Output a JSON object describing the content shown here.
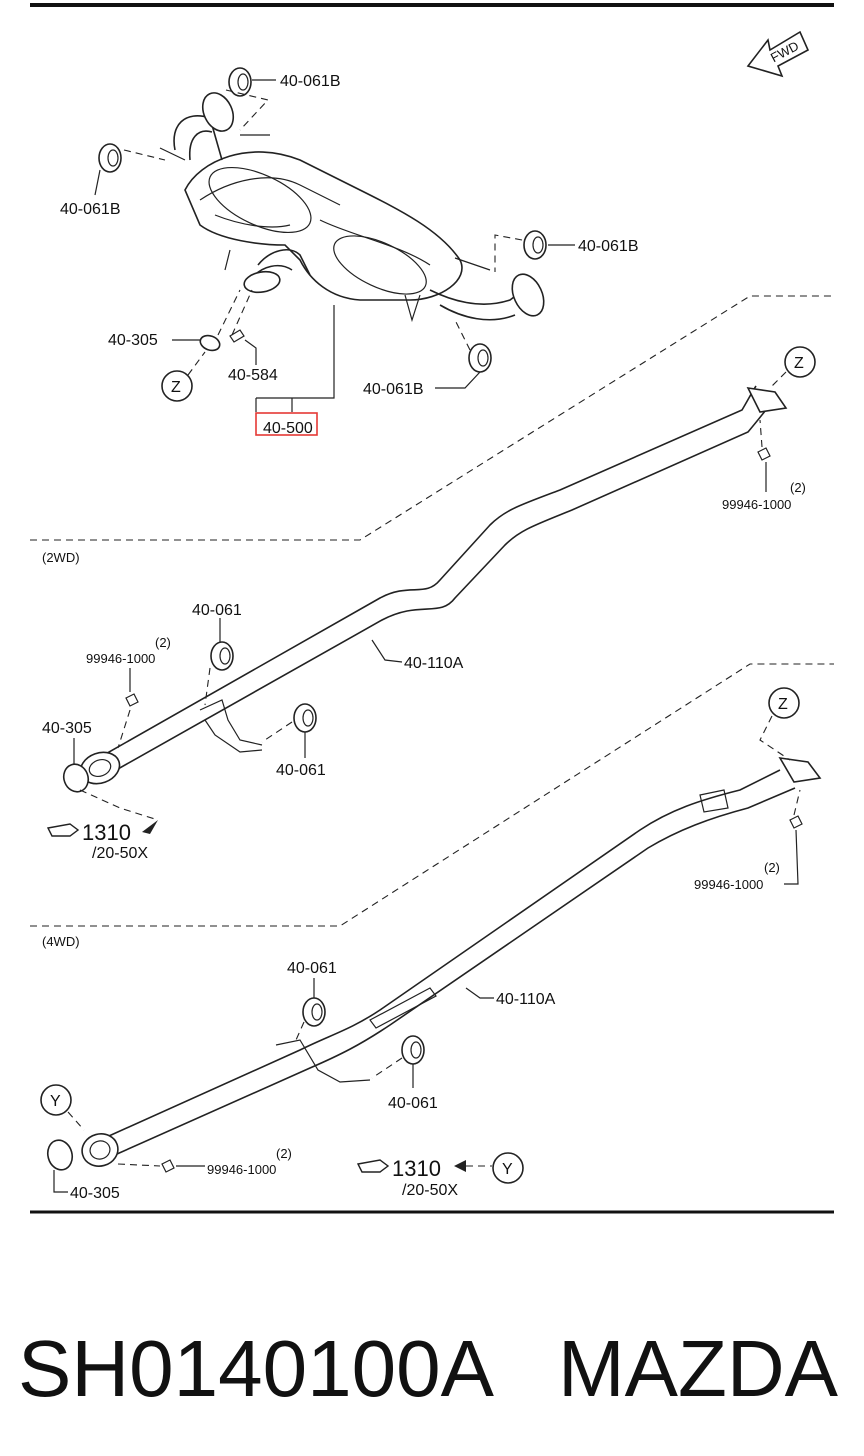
{
  "sections": {
    "two_wd": "(2WD)",
    "four_wd": "(4WD)"
  },
  "fwd_label": "FWD",
  "callouts": {
    "z": "Z",
    "y": "Y"
  },
  "parts": {
    "hanger_b": "40-061B",
    "gasket": "40-305",
    "bolt_584": "40-584",
    "silencer": "40-500",
    "hanger": "40-061",
    "pipe": "40-110A",
    "nut": "99946-1000",
    "qty2": "(2)",
    "ref_num": "1310",
    "ref_sub": "/20-50X"
  },
  "footer": {
    "code": "SH0140100A",
    "brand": "MAZDA"
  },
  "colors": {
    "highlight": "#e53935",
    "ink": "#111111"
  }
}
